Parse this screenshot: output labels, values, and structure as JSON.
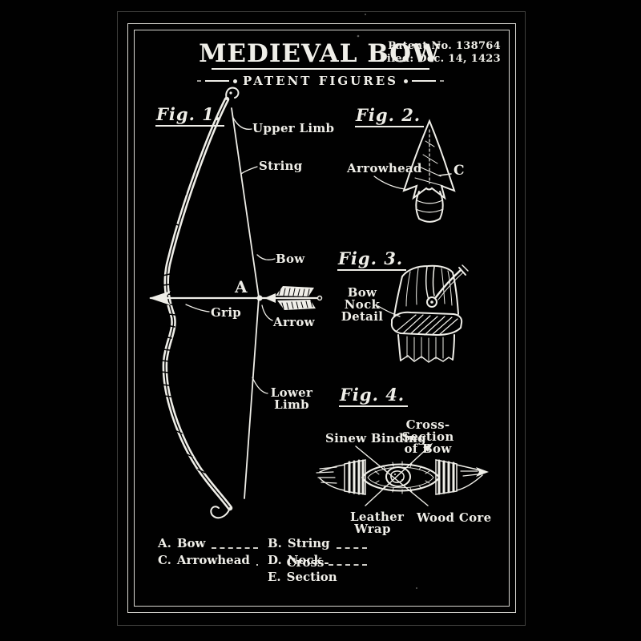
{
  "colors": {
    "ink": "#efeee8",
    "background": "#000000"
  },
  "header": {
    "title": "MEDIEVAL BOW",
    "patent_no": "Patent No. 138764",
    "filed": "Filed: Dec. 14, 1423",
    "subtitle": "PATENT FIGURES"
  },
  "fig1": {
    "label": "Fig. 1.",
    "callout_upper_limb": "Upper Limb",
    "callout_string": "String",
    "callout_bow": "Bow",
    "nock_point_letter": "A",
    "callout_grip": "Grip",
    "callout_arrow": "Arrow",
    "callout_lower_limb_line1": "Lower",
    "callout_lower_limb_line2": "Limb"
  },
  "fig2": {
    "label": "Fig. 2.",
    "callout_arrowhead": "Arrowhead",
    "reference_letter": "C"
  },
  "fig3": {
    "label": "Fig. 3.",
    "callout_line1": "Bow Nock",
    "callout_line2": "Detail"
  },
  "fig4": {
    "label": "Fig. 4.",
    "callout_sinew_binding": "Sinew Binding",
    "callout_cross_section_line1": "Cross-Section",
    "callout_cross_section_line2": "of Bow",
    "callout_leather_line1": "Leather",
    "callout_leather_line2": "Wrap",
    "callout_wood_core": "Wood Core"
  },
  "legend": {
    "left": [
      {
        "key": "A.",
        "label": "Bow"
      },
      {
        "key": "C.",
        "label": "Arrowhead"
      }
    ],
    "right": [
      {
        "key": "B.",
        "label": "String"
      },
      {
        "key": "D.",
        "label": "Nock"
      },
      {
        "key": "E.",
        "label": "Cross-Section"
      }
    ]
  }
}
